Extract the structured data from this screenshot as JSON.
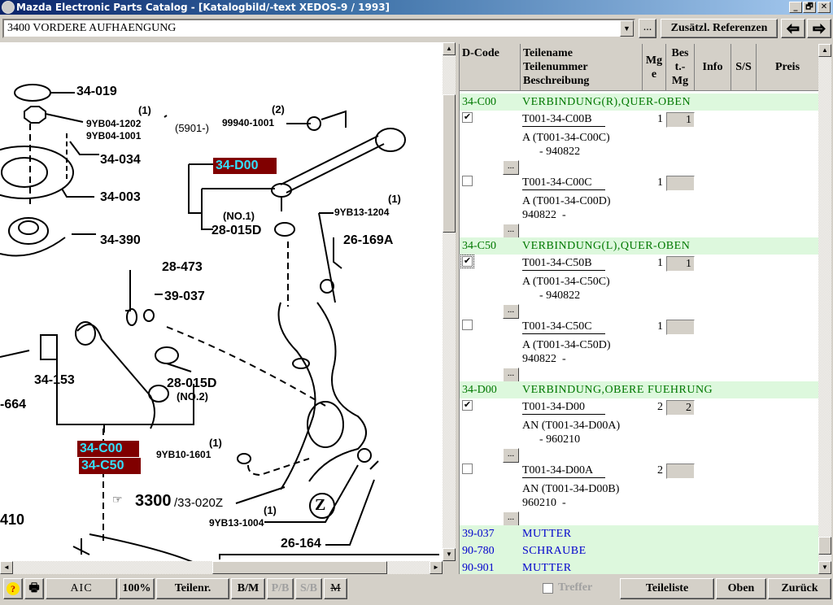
{
  "window": {
    "title": "Mazda Electronic Parts Catalog - [Katalogbild/-text XEDOS-9 / 1993]",
    "controls": [
      "_",
      "🗗",
      "✕"
    ]
  },
  "toolbar": {
    "section_select": "3400  VORDERE AUFHAENGUNG",
    "ellipsis_label": "...",
    "references_label": "Zusätzl. Referenzen",
    "prev_icon": "arrow-left-icon",
    "next_icon": "arrow-right-icon"
  },
  "drawing": {
    "labels": {
      "l1": "34-019",
      "l2": "(1)",
      "l3": "9YB04-1202",
      "l4": "9YB04-1001",
      "l5": "(5901-)",
      "l6": "34-034",
      "l7": "34-003",
      "l8": "34-390",
      "l9": "(2)",
      "l10": "99940-1001",
      "l11": "(NO.1)",
      "l12": "28-015D",
      "l13": "(1)",
      "l14": "9YB13-1204",
      "l15": "26-169A",
      "l16": "28-473",
      "l17": "39-037",
      "l18": "34-153",
      "l19": "28-015D",
      "l20": "(NO.2)",
      "l21": "-664",
      "l22": "(1)",
      "l23": "9YB10-1601",
      "l24": "3300",
      "l25": "/33-020Z",
      "l26": "(1)",
      "l27": "9YB13-1004",
      "l28": "26-164",
      "l29": "410",
      "l30": "Z"
    },
    "tags": {
      "d00": "34-D00",
      "c00": "34-C00",
      "c50": "34-C50"
    }
  },
  "grid": {
    "headers": {
      "dcode": "D-Code",
      "name1": "Teilename",
      "name2": "Teilenummer",
      "name3": "Beschreibung",
      "mge1": "Mg",
      "mge2": "e",
      "best1": "Bes",
      "best2": "t.-",
      "best3": "Mg",
      "info": "Info",
      "ss": "S/S",
      "preis": "Preis"
    },
    "groups": [
      {
        "code": "34-C00",
        "name": "VERBINDUNG(R),QUER-OBEN",
        "parts": [
          {
            "checked": true,
            "number": "T001-34-C00B",
            "qty": "1",
            "order_qty": "1",
            "desc1": "A (T001-34-C00C)",
            "desc2": "      - 940822",
            "more": "..."
          },
          {
            "checked": false,
            "number": "T001-34-C00C",
            "qty": "1",
            "order_qty": "",
            "desc1": "A (T001-34-C00D)",
            "desc2": "940822  -",
            "more": "..."
          }
        ]
      },
      {
        "code": "34-C50",
        "name": "VERBINDUNG(L),QUER-OBEN",
        "parts": [
          {
            "checked": true,
            "number": "T001-34-C50B",
            "qty": "1",
            "order_qty": "1",
            "desc1": "A (T001-34-C50C)",
            "desc2": "      - 940822",
            "more": "..."
          },
          {
            "checked": false,
            "number": "T001-34-C50C",
            "qty": "1",
            "order_qty": "",
            "desc1": "A (T001-34-C50D)",
            "desc2": "940822  -",
            "more": "..."
          }
        ]
      },
      {
        "code": "34-D00",
        "name": "VERBINDUNG,OBERE FUEHRUNG",
        "parts": [
          {
            "checked": true,
            "number": "T001-34-D00",
            "qty": "2",
            "order_qty": "2",
            "desc1": "AN (T001-34-D00A)",
            "desc2": "      - 960210",
            "more": "..."
          },
          {
            "checked": false,
            "number": "T001-34-D00A",
            "qty": "2",
            "order_qty": "",
            "desc1": "AN (T001-34-D00B)",
            "desc2": "960210  -",
            "more": "..."
          }
        ]
      }
    ],
    "extra_rows": [
      {
        "code": "39-037",
        "name": "MUTTER"
      },
      {
        "code": "90-780",
        "name": "SCHRAUBE"
      },
      {
        "code": "90-901",
        "name": "MUTTER"
      }
    ]
  },
  "bottom": {
    "help_icon": "help-icon",
    "print_icon": "printer-icon",
    "aic": "AIC",
    "zoom": "100%",
    "teilenr": "Teilenr.",
    "bm": "B/M",
    "pb": "P/B",
    "sb": "S/B",
    "m": "M",
    "treffer": "Treffer",
    "teileliste": "Teileliste",
    "oben": "Oben",
    "zurueck": "Zurück"
  },
  "colors": {
    "group_code": "#007800",
    "extra_code": "#0000cc",
    "group_bg": "#ddf8dd",
    "tag_bg": "#800000",
    "tag_text": "#33e0ff"
  }
}
